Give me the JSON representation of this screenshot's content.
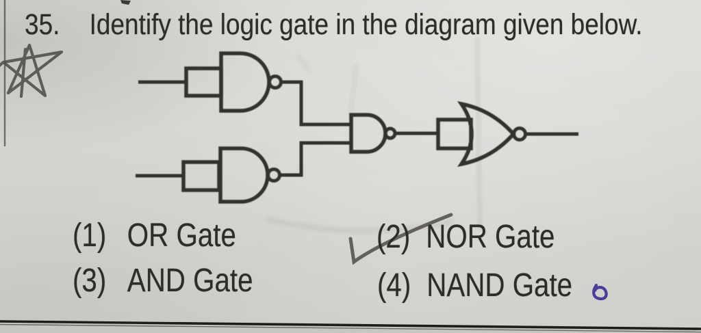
{
  "page": {
    "kind": "scanned exam question",
    "paper_color": "#d6d4d0",
    "ink_color": "#30302e",
    "pencil_color": "#54524e",
    "blue_ink_color": "#4a3d99"
  },
  "question": {
    "number": "35.",
    "text": "Identify the logic gate in the diagram given below."
  },
  "options": [
    {
      "label": "(1)",
      "text": "OR Gate"
    },
    {
      "label": "(2)",
      "text": "NOR Gate"
    },
    {
      "label": "(3)",
      "text": "AND Gate"
    },
    {
      "label": "(4)",
      "text": "NAND Gate"
    }
  ],
  "diagram": {
    "description": "Two NAND gates with tied inputs feed a third NAND gate whose output passes through a NOR gate with tied inputs.",
    "gates": [
      {
        "name": "nand-gate-top",
        "type": "NAND"
      },
      {
        "name": "nand-gate-bottom",
        "type": "NAND"
      },
      {
        "name": "nand-gate-middle",
        "type": "NAND"
      },
      {
        "name": "nor-gate-output",
        "type": "NOR"
      }
    ]
  },
  "annotations": {
    "star_doodle": "pencil star scribble at top-left margin",
    "tick_mark": "pencil tick crossing option (2)",
    "blue_mark": "small blue ink circle after option (4)"
  }
}
